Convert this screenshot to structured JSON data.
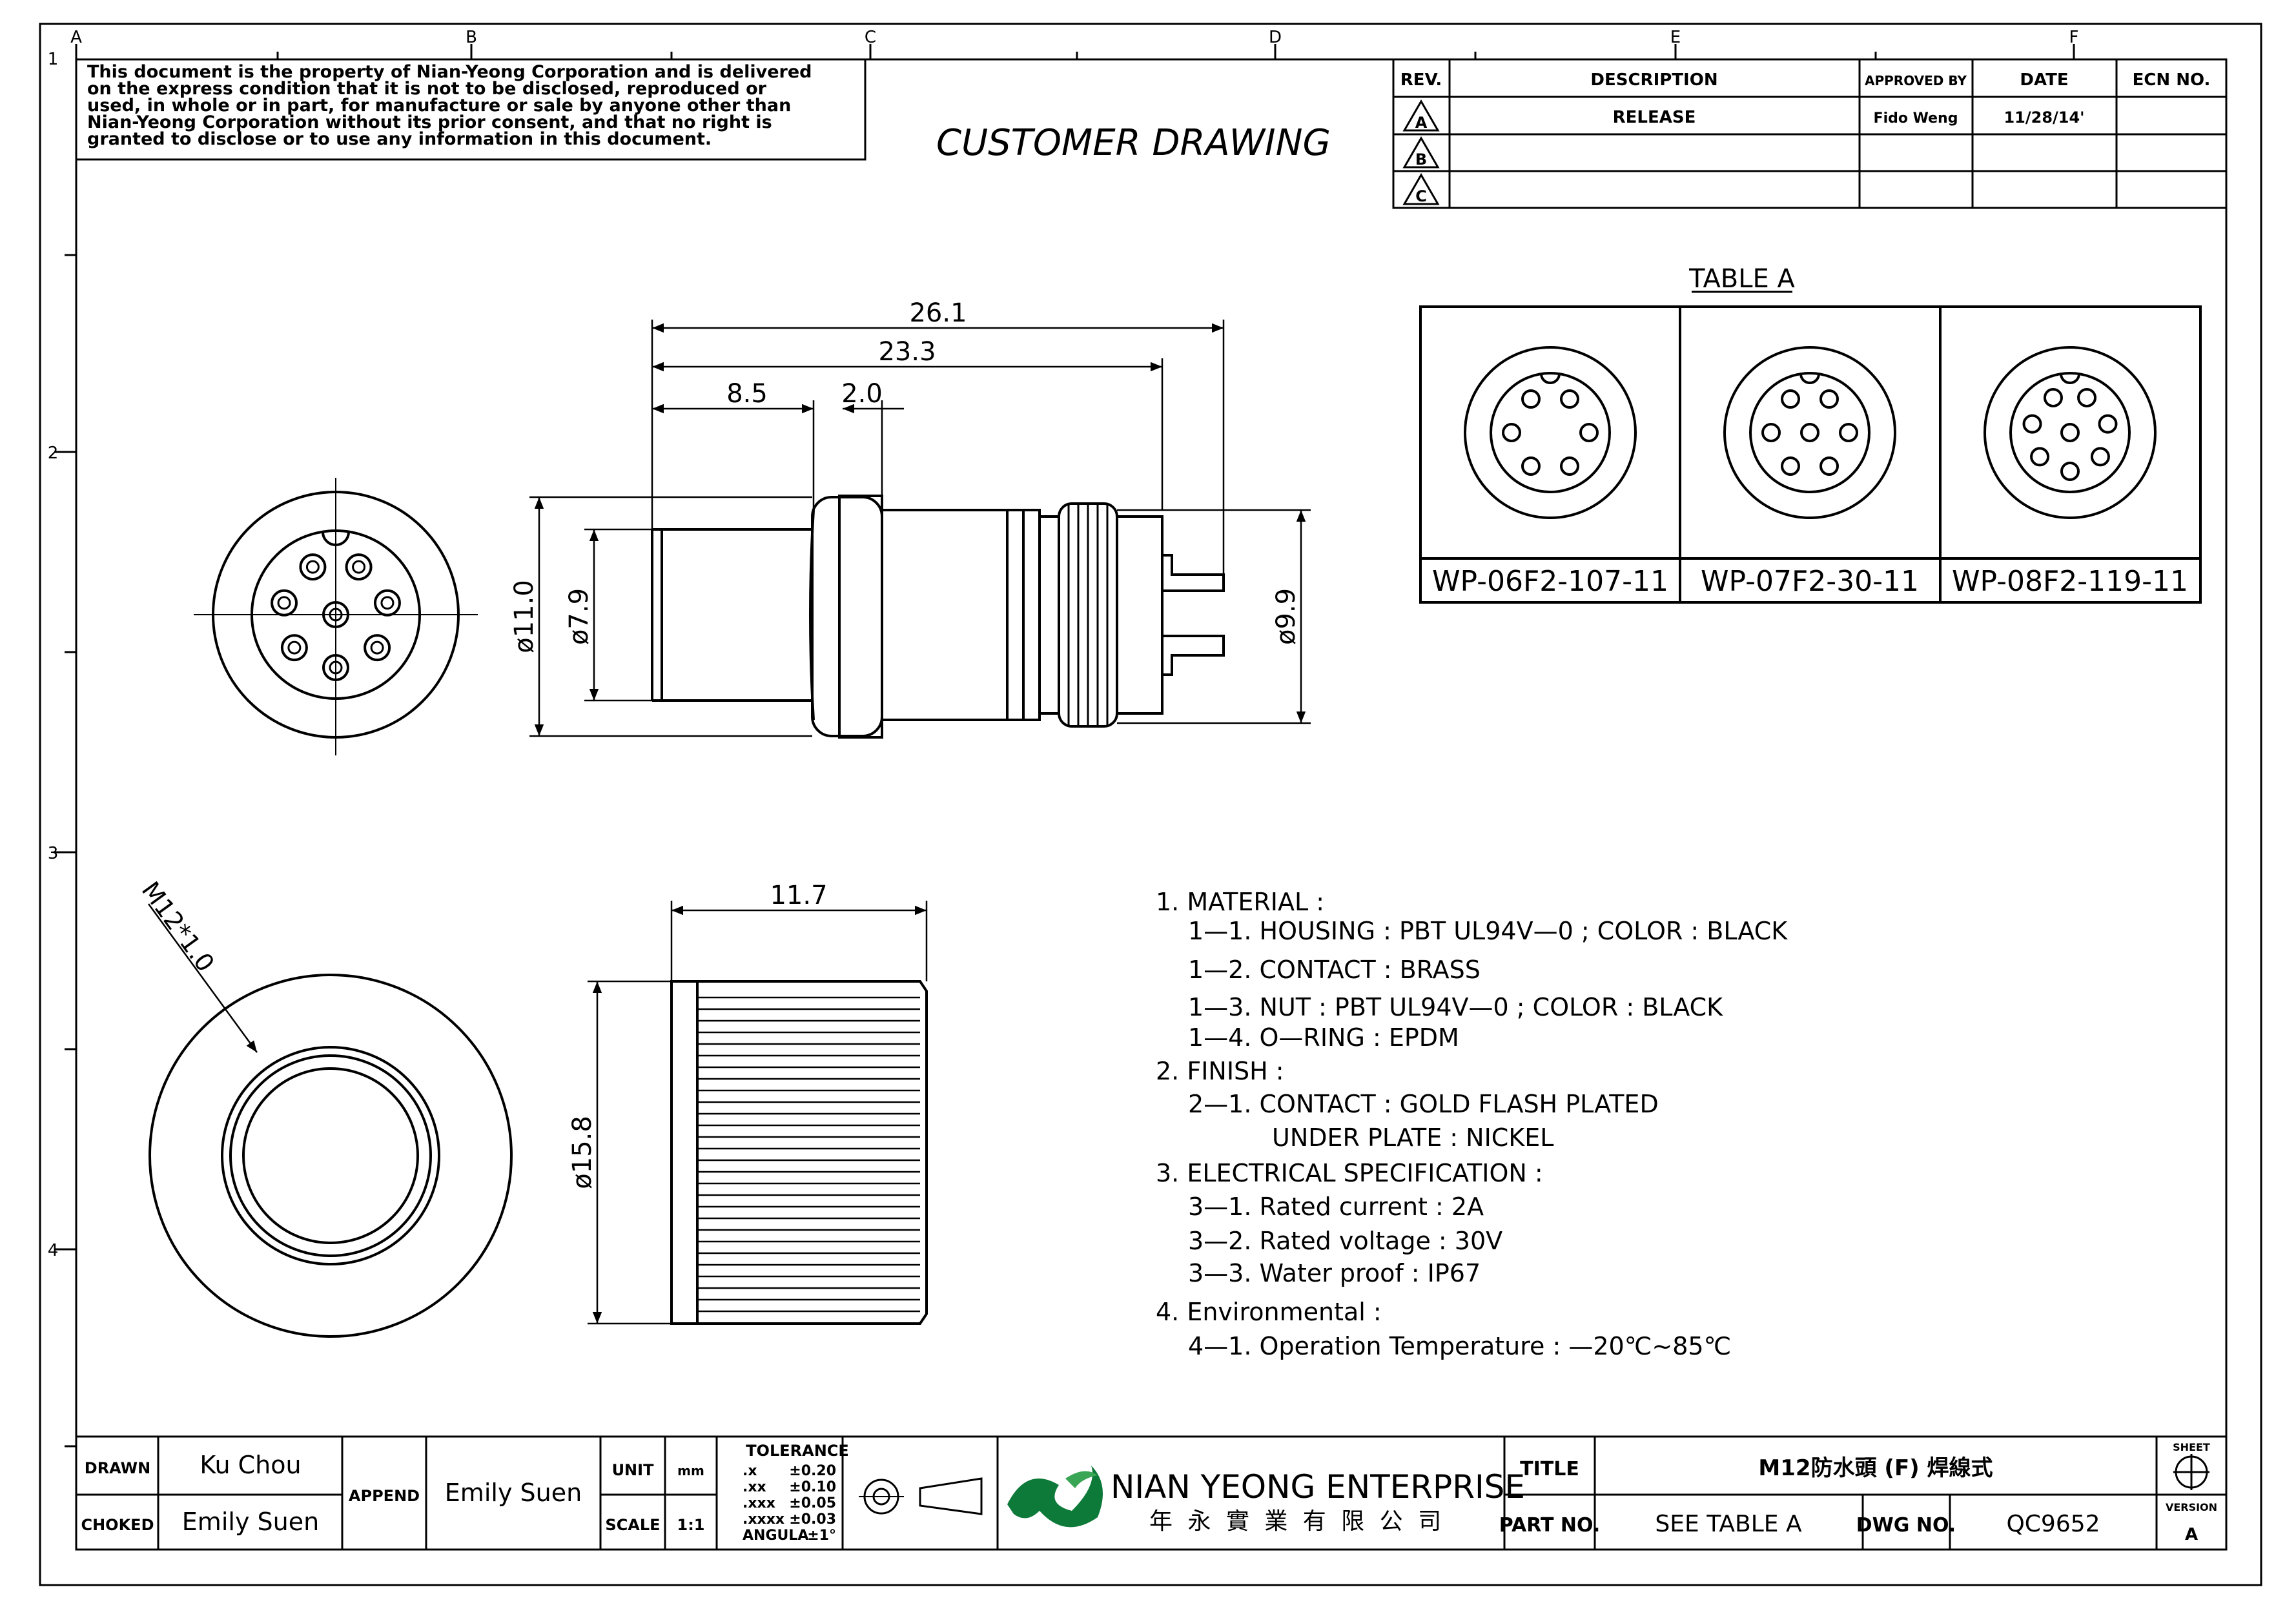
{
  "zone_letters": [
    "A",
    "B",
    "C",
    "D",
    "E",
    "F"
  ],
  "zone_numbers": [
    "1",
    "2",
    "3",
    "4"
  ],
  "notice": [
    "This document is the property of Nian-Yeong Corporation and is delivered",
    "on  the  express condition that it is not to be disclosed, reproduced or",
    "used, in whole or in part, for manufacture or sale by anyone other than",
    "Nian-Yeong Corporation without  its prior consent, and that  no right  is",
    "granted to disclose or to use any information in this  document."
  ],
  "drawing_title": "CUSTOMER  DRAWING",
  "revision_table": {
    "headers": [
      "REV.",
      "DESCRIPTION",
      "APPROVED BY",
      "DATE",
      "ECN NO."
    ],
    "rows": [
      {
        "rev": "A",
        "description": "RELEASE",
        "approved_by": "Fido Weng",
        "date": "11/28/14'",
        "ecn": ""
      },
      {
        "rev": "B",
        "description": "",
        "approved_by": "",
        "date": "",
        "ecn": ""
      },
      {
        "rev": "C",
        "description": "",
        "approved_by": "",
        "date": "",
        "ecn": ""
      }
    ]
  },
  "table_a": {
    "title": "TABLE A",
    "parts": [
      {
        "part_no": "WP-06F2-107-11",
        "pins": 6
      },
      {
        "part_no": "WP-07F2-30-11",
        "pins": 7
      },
      {
        "part_no": "WP-08F2-119-11",
        "pins": 8
      }
    ]
  },
  "dimensions": {
    "overall_length": "26.1",
    "body_length": "23.3",
    "front_length": "8.5",
    "flange_width": "2.0",
    "dia_flange": "ø11.0",
    "dia_front": "ø7.9",
    "dia_thread": "ø9.9",
    "thread_label": "M12*1.0",
    "nut_length": "11.7",
    "dia_nut": "ø15.8"
  },
  "notes": [
    "1.  MATERIAL  :",
    "1—1.  HOUSING  :  PBT  UL94V—0  ;  COLOR  :  BLACK",
    "1—2.  CONTACT  :  BRASS",
    "1—3.  NUT  :  PBT  UL94V—0  ;  COLOR  :  BLACK",
    "1—4.  O—RING  :  EPDM",
    "2.  FINISH  :",
    "2—1.  CONTACT  :  GOLD  FLASH  PLATED",
    "UNDER  PLATE  :  NICKEL",
    "3.  ELECTRICAL  SPECIFICATION  :",
    "3—1.  Rated  current  :  2A",
    "3—2.  Rated  voltage  :  30V",
    "3—3.  Water  proof  :  IP67",
    "4.  Environmental  :",
    "4—1.  Operation  Temperature  :  —20℃~85℃"
  ],
  "title_block": {
    "drawn_label": "DRAWN",
    "drawn": "Ku Chou",
    "checked_label": "CHOKED",
    "checked": "Emily Suen",
    "append_label": "APPEND",
    "append": "Emily Suen",
    "unit_label": "UNIT",
    "unit": "mm",
    "scale_label": "SCALE",
    "scale": "1:1",
    "tolerance_label": "TOLERANCE",
    "tolerances": [
      {
        "k": ".x",
        "v": "±0.20"
      },
      {
        "k": ".xx",
        "v": "±0.10"
      },
      {
        "k": ".xxx",
        "v": "±0.05"
      },
      {
        "k": ".xxxx",
        "v": "±0.03"
      },
      {
        "k": "ANGULA",
        "v": "±1°"
      }
    ],
    "company_en": "NIAN YEONG ENTERPRISE",
    "company_zh": "年 永 實 業 有 限 公 司",
    "title_label": "TITLE",
    "title": "M12防水頭 (F) 焊線式",
    "part_label": "PART NO.",
    "part": "SEE TABLE A",
    "dwg_label": "DWG NO.",
    "dwg": "QC9652",
    "sheet_label": "SHEET",
    "version_label": "VERSION",
    "version": "A"
  }
}
